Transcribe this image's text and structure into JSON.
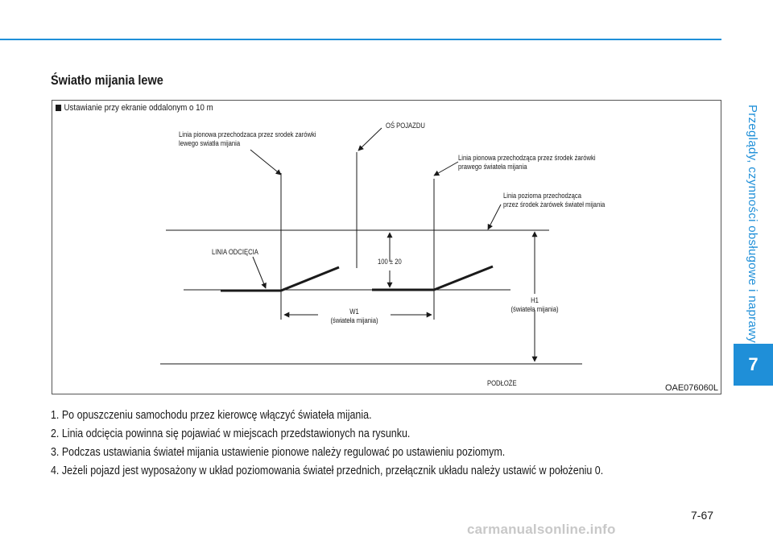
{
  "page": {
    "side_title": "Przeglądy, czynności obsługowe i naprawy",
    "chapter": "7",
    "section_heading": "Światło mijania lewe",
    "page_number": "7-67",
    "watermark": "carmanualsonline.info"
  },
  "figure": {
    "caption": "Ustawianie przy ekranie oddalonym o 10 m",
    "code": "OAE076060L",
    "labels": {
      "left_vertical_1": "Linia pionowa przechodzaca przez srodek zarówki",
      "left_vertical_2": "lewego swiatła mijania",
      "axis": "OŚ POJAZDU",
      "right_vertical_1": "Linia pionowa przechodząca przez środek żarówki",
      "right_vertical_2": "prawego świateła mijania",
      "horizontal_1": "Linia pozioma przechodząca",
      "horizontal_2": "przez środek żarówek świateł mijania",
      "cutoff": "LINIA ODCIĘCIA",
      "offset": "100 ± 20",
      "w1_1": "W1",
      "w1_2": "(świateła mijania)",
      "h1_1": "H1",
      "h1_2": "(świateła mijania)",
      "ground": "PODŁOŻE"
    }
  },
  "steps": [
    "1.  Po opuszczeniu samochodu przez kierowcę włączyć świateła mijania.",
    "2.  Linia odcięcia powinna się pojawiać w miejscach przedstawionych na rysunku.",
    "3.  Podczas ustawiania świateł mijania ustawienie pionowe należy regulować po ustawieniu poziomym.",
    "4.  Jeżeli pojazd jest wyposażony w układ poziomowania świateł przednich, przełącznik układu należy ustawić w położeniu 0."
  ]
}
